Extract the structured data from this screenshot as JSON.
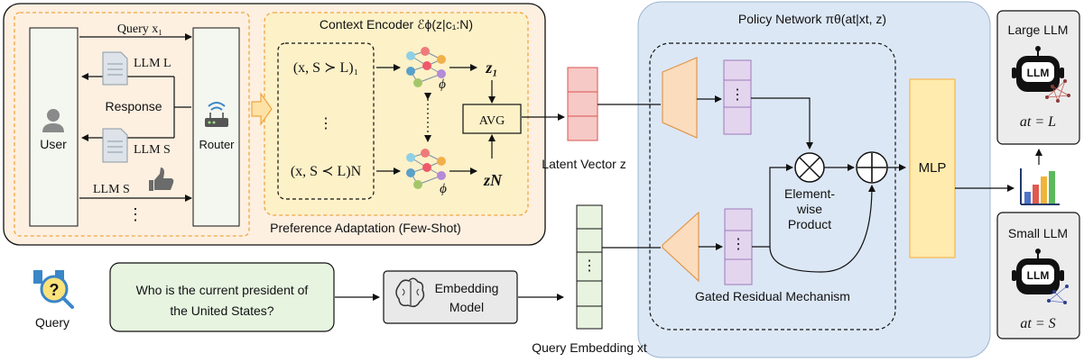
{
  "user_router": {
    "query_label": "Query x₁",
    "llm_l_label": "LLM L",
    "response_label": "Response",
    "llm_s_label": "LLM S",
    "user_label": "User",
    "router_label": "Router",
    "llm_s_feedback_label": "LLM S",
    "ellipsis": "⋮"
  },
  "context_encoder": {
    "title": "Context Encoder ℰϕ(z|c₁:N)",
    "pair_top": "(x, S ≻ L)₁",
    "pair_bottom": "(x, S ≺ L)N",
    "ellipsis": "⋮",
    "phi_top": "ϕ",
    "phi_bottom": "ϕ",
    "z_top": "z₁",
    "z_bottom": "zN",
    "avg_label": "AVG"
  },
  "preference_caption": "Preference Adaptation (Few-Shot)",
  "latent_label": "Latent Vector z",
  "query": {
    "label": "Query",
    "text_line1": "Who is the current president of",
    "text_line2": "the United States?"
  },
  "embedding_model": {
    "line1": "Embedding",
    "line2": "Model"
  },
  "query_embedding_label": "Query Embedding xt",
  "policy": {
    "title": "Policy Network πθ(at|xt, z)",
    "elementwise_line1": "Element-",
    "elementwise_line2": "wise",
    "elementwise_line3": "Product",
    "gated_label": "Gated Residual Mechanism",
    "mlp_label": "MLP"
  },
  "large_llm": {
    "title": "Large LLM",
    "logo_text": "LLM",
    "action": "at = L"
  },
  "small_llm": {
    "title": "Small LLM",
    "logo_text": "LLM",
    "action": "at = S"
  },
  "colors": {
    "preference_panel": "#fdf0e1",
    "context_panel": "#fdf1c8",
    "policy_panel": "#dce7f5",
    "latent_cells": "#f6c9c6",
    "embedding_cells": "#e8f4df",
    "gate_cells": "#e3d5ee",
    "trapezoid": "#fbdcbd",
    "mlp": "#ffebad",
    "query_box": "#e6f4e0",
    "embedding_box": "#e9e9e9",
    "output_box": "#ececec"
  }
}
